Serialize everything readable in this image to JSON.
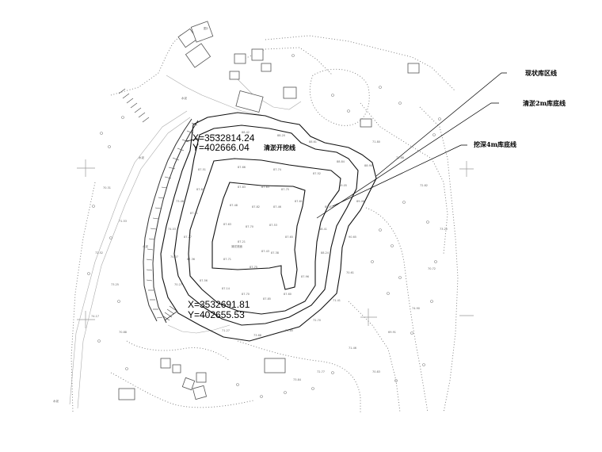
{
  "callouts": {
    "existing_boundary": "现状库区线",
    "dredge_2m_bottom": "清淤2m库底线",
    "excavate_4m_bottom": "挖深4m库底线",
    "dredge_excavation_line": "清淤开挖线"
  },
  "coordinates": {
    "north_point": {
      "x": "X=3532814.24",
      "y": "Y=402666.04"
    },
    "south_point": {
      "x": "X=3532691.81",
      "y": "Y=402655.53"
    }
  },
  "map_labels": {
    "building_top": "图2",
    "pond_west_1": "水泥",
    "pond_west_2": "水泥",
    "pond_south": "水泥",
    "pond_southwest": "水泥",
    "inner_label": "清淤底面"
  },
  "elevation_labels": [
    "87.83",
    "87.63",
    "87.75",
    "87.48",
    "87.82",
    "87.46",
    "87.61",
    "87.63",
    "87.70",
    "87.53",
    "87.21",
    "87.43",
    "87.65",
    "87.71",
    "87.75",
    "87.38",
    "87.51",
    "87.66",
    "87.74",
    "87.52",
    "87.84",
    "87.41",
    "87.27",
    "87.36",
    "87.56",
    "87.14",
    "87.70",
    "87.85",
    "87.60",
    "87.96",
    "88.24",
    "88.41",
    "88.83",
    "89.05",
    "88.84",
    "88.61",
    "88.20",
    "88.42",
    "88.52",
    "88.90",
    "89.46",
    "90.65",
    "70.61",
    "71.41",
    "72.70",
    "71.85",
    "73.68",
    "71.27",
    "70.77",
    "70.27",
    "74.07",
    "74.03",
    "73.48",
    "71.80",
    "71.68",
    "72.82",
    "73.20",
    "70.72",
    "74.90",
    "69.91",
    "70.83",
    "71.46",
    "72.77",
    "73.84",
    "70.31",
    "71.53",
    "72.52",
    "73.25",
    "74.17",
    "70.88"
  ],
  "icons": {
    "north_cross_marks": "grid-cross-icon",
    "tree_marks": "tree-symbol-icon"
  }
}
